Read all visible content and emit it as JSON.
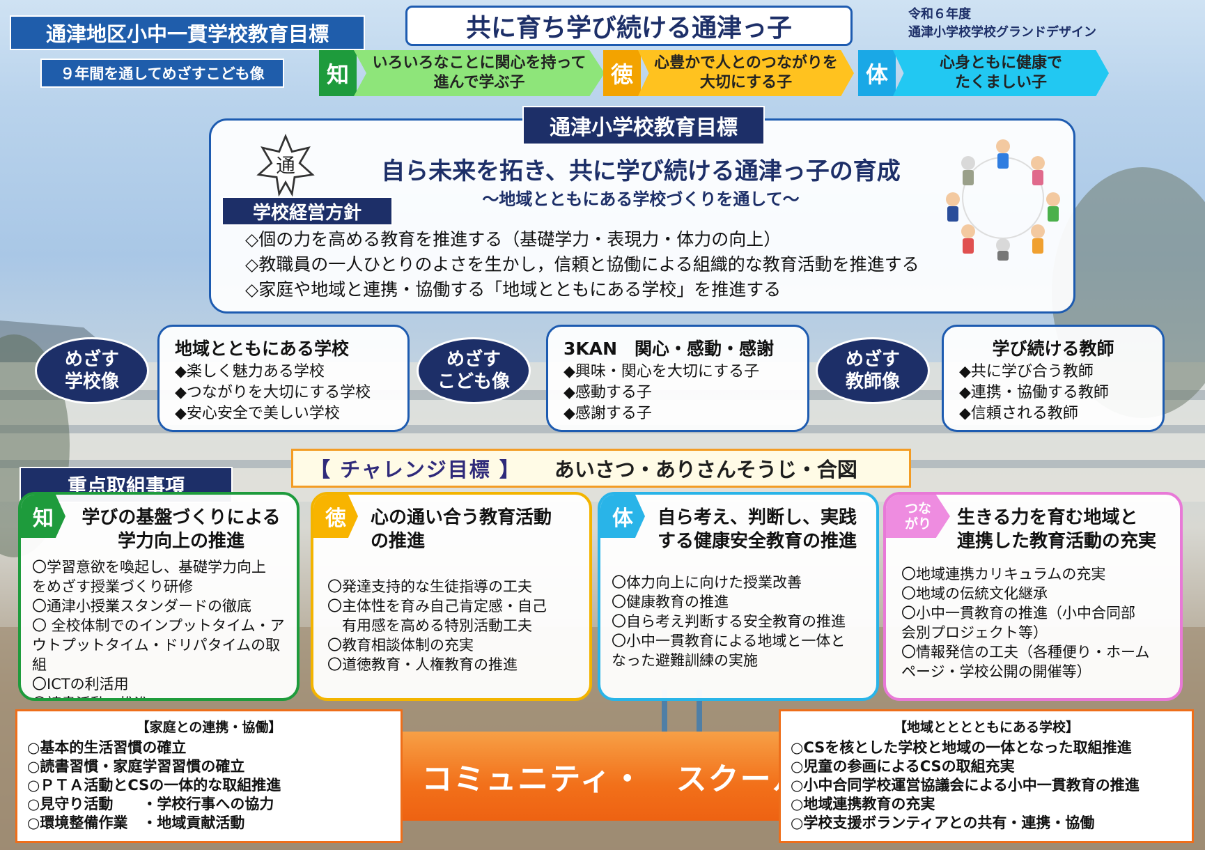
{
  "header": {
    "district_title": "通津地区小中一貫学校教育目標",
    "kodomo_label": "９年間を通してめざすこども像",
    "main_title": "共に育ち学び続ける通津っ子",
    "design_label_line1": "令和６年度",
    "design_label_line2": "通津小学校学校グランドデザイン"
  },
  "pillars": [
    {
      "key": "chi",
      "head": "知",
      "text_line1": "いろいろなことに関心を持って",
      "text_line2": "進んで学ぶ子"
    },
    {
      "key": "toku",
      "head": "徳",
      "text_line1": "心豊かで人とのつながりを",
      "text_line2": "大切にする子"
    },
    {
      "key": "tai",
      "head": "体",
      "text_line1": "心身ともに健康で",
      "text_line2": "たくましい子"
    }
  ],
  "school_goal": {
    "label": "通津小学校教育目標",
    "crest_char": "通",
    "text": "自ら未来を拓き、共に学び続ける通津っ子の育成",
    "sub": "～地域とともにある学校づくりを通して～"
  },
  "policy": {
    "label": "学校経営方針",
    "items": [
      "◇個の力を高める教育を推進する（基礎学力・表現力・体力の向上）",
      "◇教職員の一人ひとりのよさを生かし，信頼と協働による組織的な教育活動を推進する",
      "◇家庭や地域と連携・協働する「地域とともにある学校」を推進する"
    ]
  },
  "goals": {
    "school": {
      "oval_line1": "めざす",
      "oval_line2": "学校像",
      "title": "地域とともにある学校",
      "items": [
        "◆楽しく魅力ある学校",
        "◆つながりを大切にする学校",
        "◆安心安全で美しい学校"
      ]
    },
    "child": {
      "oval_line1": "めざす",
      "oval_line2": "こども像",
      "title": "3KAN　関心・感動・感謝",
      "items": [
        "◆興味・関心を大切にする子",
        "◆感動する子",
        "◆感謝する子"
      ]
    },
    "teacher": {
      "oval_line1": "めざす",
      "oval_line2": "教師像",
      "title": "学び続ける教師",
      "items": [
        "◆共に学び合う教師",
        "◆連携・協働する教師",
        "◆信頼される教師"
      ]
    }
  },
  "challenge": {
    "label": "【 チャレンジ目標 】",
    "text": "あいさつ・ありさんそうじ・合図"
  },
  "focus": {
    "label": "重点取組事項",
    "chi": {
      "tag": "知",
      "title_line1": "学びの基盤づくりによる",
      "title_line2": "学力向上の推進",
      "items": [
        "〇学習意欲を喚起し、基礎学力向上",
        "をめざす授業づくり研修",
        "〇通津小授業スタンダードの徹底",
        "〇 全校体制でのインプットタイム・ア",
        "ウトプットタイム・ドリパタイムの取組",
        "〇ICTの利活用",
        "〇読書活動の推進"
      ]
    },
    "toku": {
      "tag": "徳",
      "title_line1": "心の通い合う教育活動",
      "title_line2": "の推進",
      "items": [
        "〇発達支持的な生徒指導の工夫",
        "〇主体性を育み自己肯定感・自己",
        "　有用感を高める特別活動工夫",
        "〇教育相談体制の充実",
        "〇道徳教育・人権教育の推進"
      ]
    },
    "tai": {
      "tag": "体",
      "title_line1": "自ら考え、判断し、実践",
      "title_line2": "する健康安全教育の推進",
      "items": [
        "〇体力向上に向けた授業改善",
        "〇健康教育の推進",
        "〇自ら考え判断する安全教育の推進",
        "〇小中一貫教育による地域と一体と",
        "なった避難訓練の実施"
      ]
    },
    "tsunagari": {
      "tag_line1": "つな",
      "tag_line2": "がり",
      "title_line1": "生きる力を育む地域と",
      "title_line2": "連携した教育活動の充実",
      "items": [
        "〇地域連携カリキュラムの充実",
        "〇地域の伝統文化継承",
        "〇小中一貫教育の推進（小中合同部",
        "会別プロジェクト等）",
        "〇情報発信の工夫（各種便り・ホーム",
        "ページ・学校公開の開催等）"
      ]
    }
  },
  "community": {
    "bar_text": "コミュニティ・　スクール",
    "home": {
      "title": "【家庭との連携・協働】",
      "items": [
        "○基本的生活習慣の確立",
        "○読書習慣・家庭学習習慣の確立",
        "○ＰＴＡ活動とCSの一体的な取組推進",
        "○見守り活動　　・学校行事への協力",
        "○環境整備作業　・地域貢献活動"
      ]
    },
    "region": {
      "title": "【地域とととともにある学校】",
      "items": [
        "○CSを核とした学校と地域の一体となった取組推進",
        "○児童の参画によるCSの取組充実",
        "○小中合同学校運営協議会による小中一貫教育の推進",
        "○地域連携教育の充実",
        "○学校支援ボランティアとの共有・連携・協働"
      ]
    }
  },
  "colors": {
    "navy": "#1d2f68",
    "chi": "#1e9b3c",
    "toku": "#f3a300",
    "tai": "#1aa8e6",
    "tsunagari": "#ee8ce0",
    "cs_orange": "#f2701a"
  }
}
